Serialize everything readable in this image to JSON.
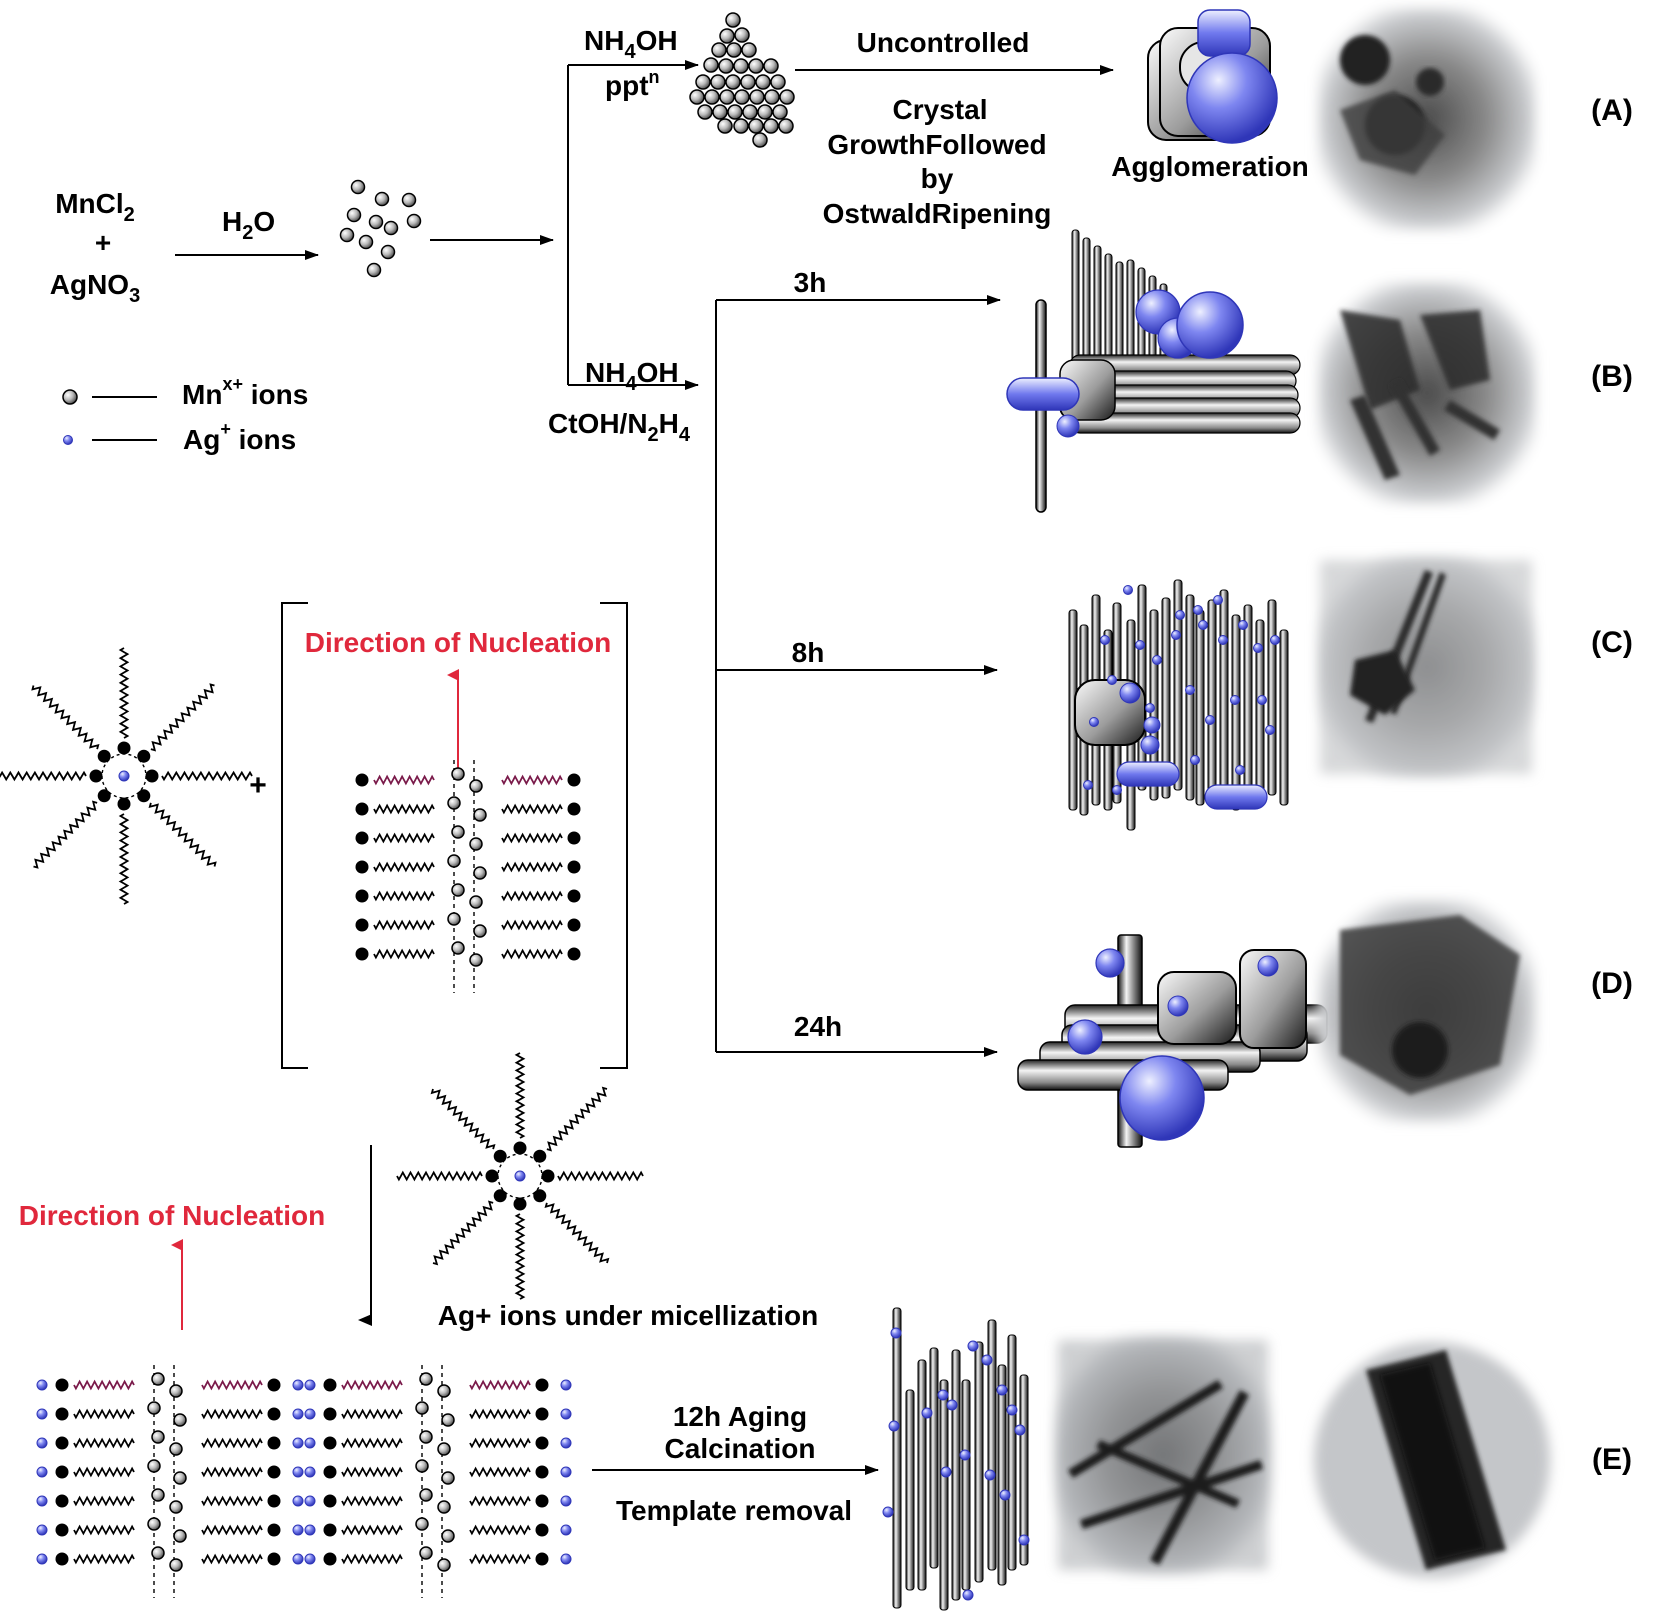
{
  "reactants": {
    "line1": "MnCl",
    "sub1": "2",
    "plus": "+",
    "line3": "AgNO",
    "sub3": "3"
  },
  "solvent": {
    "text": "H",
    "sub": "2",
    "tail": "O"
  },
  "legend": {
    "mn_label": "Mn",
    "mn_sup": "x+",
    "mn_tail": " ions",
    "ag_label": "Ag",
    "ag_sup": "+",
    "ag_tail": " ions"
  },
  "route_top": {
    "reagent_a": "NH",
    "reagent_a_sub": "4",
    "reagent_a_tail": "OH",
    "reagent_b": "ppt",
    "reagent_b_sup": "n",
    "step_above": "Uncontrolled",
    "step_below": [
      "Crystal",
      "GrowthFollowed",
      "by",
      "OstwaldRipening"
    ],
    "product": "Agglomeration"
  },
  "route_bottom": {
    "reagent_a": "NH",
    "reagent_a_sub": "4",
    "reagent_a_tail": "OH",
    "reagent_b1": "CtOH/N",
    "reagent_b1_sub": "2",
    "reagent_b2": "H",
    "reagent_b2_sub": "4"
  },
  "times": [
    "3h",
    "8h",
    "24h"
  ],
  "panels": [
    "(A)",
    "(B)",
    "(C)",
    "(D)",
    "(E)"
  ],
  "nucleation_label": "Direction of Nucleation",
  "micelle_caption": "Ag+ ions under micellization",
  "final_step": [
    "12h Aging",
    "Calcination",
    "Template removal"
  ],
  "colors": {
    "accent_red": "#e0283c",
    "ag_blue": "#5b64e8",
    "mn_gray": "#9a9a9a"
  }
}
